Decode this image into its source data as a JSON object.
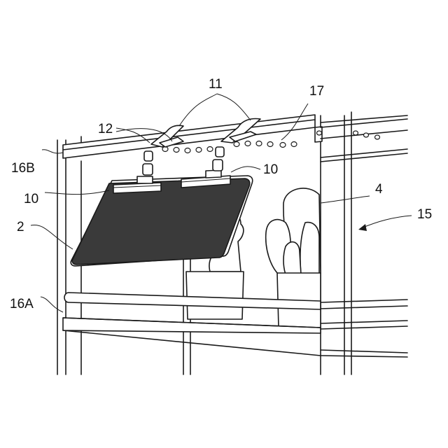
{
  "figure": {
    "reference_labels": {
      "rail_upper": "16B",
      "rail_lower": "16A",
      "panel": "2",
      "hanger_left": "10",
      "hanger_right": "10",
      "chain_link": "12",
      "clip": "11",
      "hanging_holes": "17",
      "plant": "4",
      "rack": "15"
    },
    "colors": {
      "line": "#1a1a1a",
      "panel": "#3a3a3a",
      "background": "#ffffff"
    }
  }
}
